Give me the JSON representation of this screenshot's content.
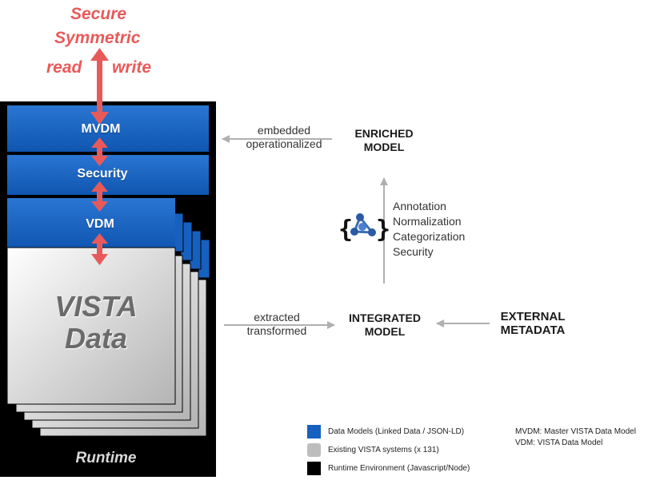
{
  "top_labels": {
    "line1": "Secure",
    "line2": "Symmetric",
    "read": "read",
    "write": "write"
  },
  "layers": {
    "mvdm": "MVDM",
    "security": "Security",
    "vdm": "VDM"
  },
  "vista": {
    "line1": "VISTA",
    "line2": "Data"
  },
  "runtime": "Runtime",
  "enriched_model": {
    "line1": "ENRICHED",
    "line2": "MODEL"
  },
  "integrated_model": {
    "line1": "INTEGRATED",
    "line2": "MODEL"
  },
  "external_metadata": {
    "line1": "EXTERNAL",
    "line2": "METADATA"
  },
  "flow_up": {
    "line1": "embedded",
    "line2": "operationalized"
  },
  "flow_down": {
    "line1": "extracted",
    "line2": "transformed"
  },
  "steps": [
    "Annotation",
    "Normalization",
    "Categorization",
    "Security"
  ],
  "legend": [
    {
      "label": "Data Models  (Linked Data / JSON-LD)",
      "color": "#1660c0"
    },
    {
      "label": "Existing VISTA systems (x 131)",
      "color": "#bdbdbd"
    },
    {
      "label": "Runtime Environment  (Javascript/Node)",
      "color": "#000000"
    }
  ],
  "abbreviations": [
    "MVDM:  Master VISTA Data Model",
    "VDM: VISTA Data Model"
  ],
  "colors": {
    "accent_red": "#e85a5a",
    "model_blue": "#1660c0",
    "runtime_black": "#000000",
    "arrow_gray": "#b0b0b0"
  },
  "icons": {
    "json_ld": "json-ld-logo-icon"
  }
}
